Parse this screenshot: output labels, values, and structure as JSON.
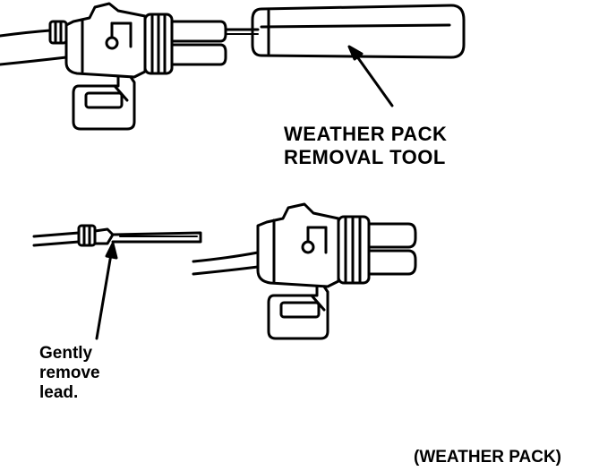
{
  "labels": {
    "tool_line1": "WEATHER PACK",
    "tool_line2": "REMOVAL TOOL",
    "lead_line1": "Gently",
    "lead_line2": "remove",
    "lead_line3": "lead.",
    "caption": "(WEATHER PACK)"
  },
  "colors": {
    "ink": "#000000",
    "paper": "#ffffff"
  }
}
